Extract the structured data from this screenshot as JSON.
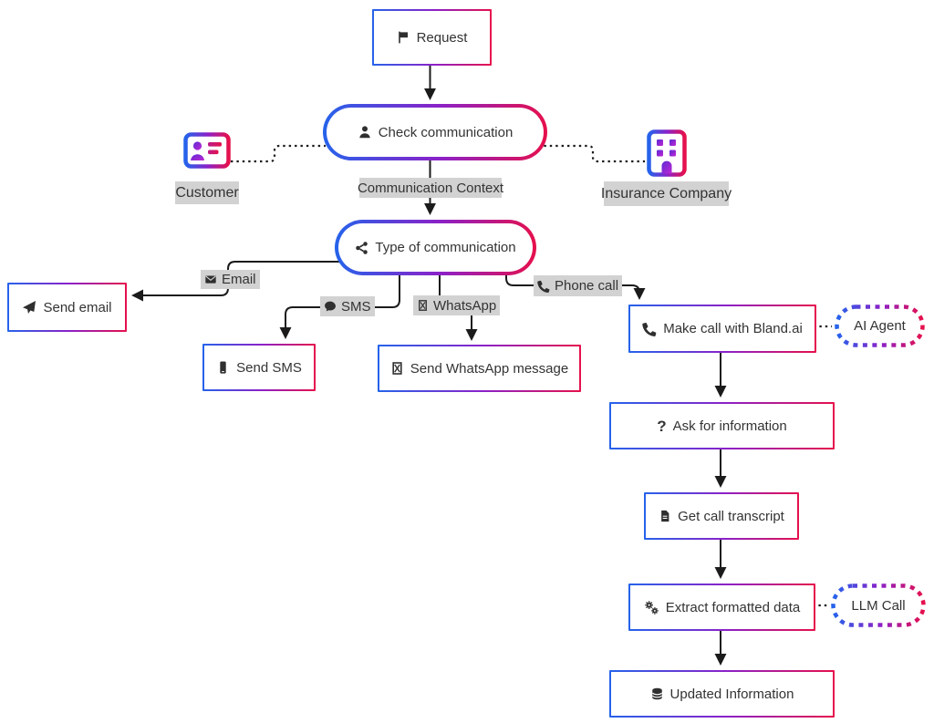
{
  "diagram_type": "flowchart",
  "colors": {
    "gradient_start": "#2563eb",
    "gradient_mid": "#8b21c8",
    "gradient_end": "#e6104c",
    "edge_color": "#1b1b1b",
    "label_background": "#d2d2d2",
    "text": "#333333",
    "background": "#ffffff"
  },
  "nodes": {
    "request": {
      "label": "Request",
      "icon": "flag-icon"
    },
    "check_communication": {
      "label": "Check communication",
      "icon": "user-icon"
    },
    "type_of_communication": {
      "label": "Type of communication",
      "icon": "share-nodes-icon"
    },
    "send_email": {
      "label": "Send email",
      "icon": "paper-plane-icon"
    },
    "send_sms": {
      "label": "Send SMS",
      "icon": "mobile-icon"
    },
    "send_whatsapp": {
      "label": "Send WhatsApp message",
      "icon": "whatsapp-missing-glyph-icon"
    },
    "make_call": {
      "label": "Make call with Bland.ai",
      "icon": "phone-icon"
    },
    "ai_agent": {
      "label": "AI Agent"
    },
    "ask_info": {
      "label": "Ask for information",
      "icon": "question-mark-icon",
      "icon_text": "?"
    },
    "get_transcript": {
      "label": "Get call transcript",
      "icon": "file-lines-icon"
    },
    "extract_data": {
      "label": "Extract formatted data",
      "icon": "gears-icon"
    },
    "llm_call": {
      "label": "LLM Call"
    },
    "updated_info": {
      "label": "Updated Information",
      "icon": "database-icon"
    }
  },
  "actors": {
    "customer": {
      "label": "Customer",
      "icon": "id-card-icon"
    },
    "insurance_company": {
      "label": "Insurance Company",
      "icon": "building-icon"
    }
  },
  "edge_labels": {
    "communication_context": {
      "label": "Communication Context"
    },
    "email": {
      "label": "Email",
      "icon": "envelope-icon"
    },
    "sms": {
      "label": "SMS",
      "icon": "comment-icon"
    },
    "whatsapp": {
      "label": "WhatsApp",
      "icon": "whatsapp-missing-glyph-icon"
    },
    "phone_call": {
      "label": "Phone call",
      "icon": "phone-icon"
    }
  }
}
